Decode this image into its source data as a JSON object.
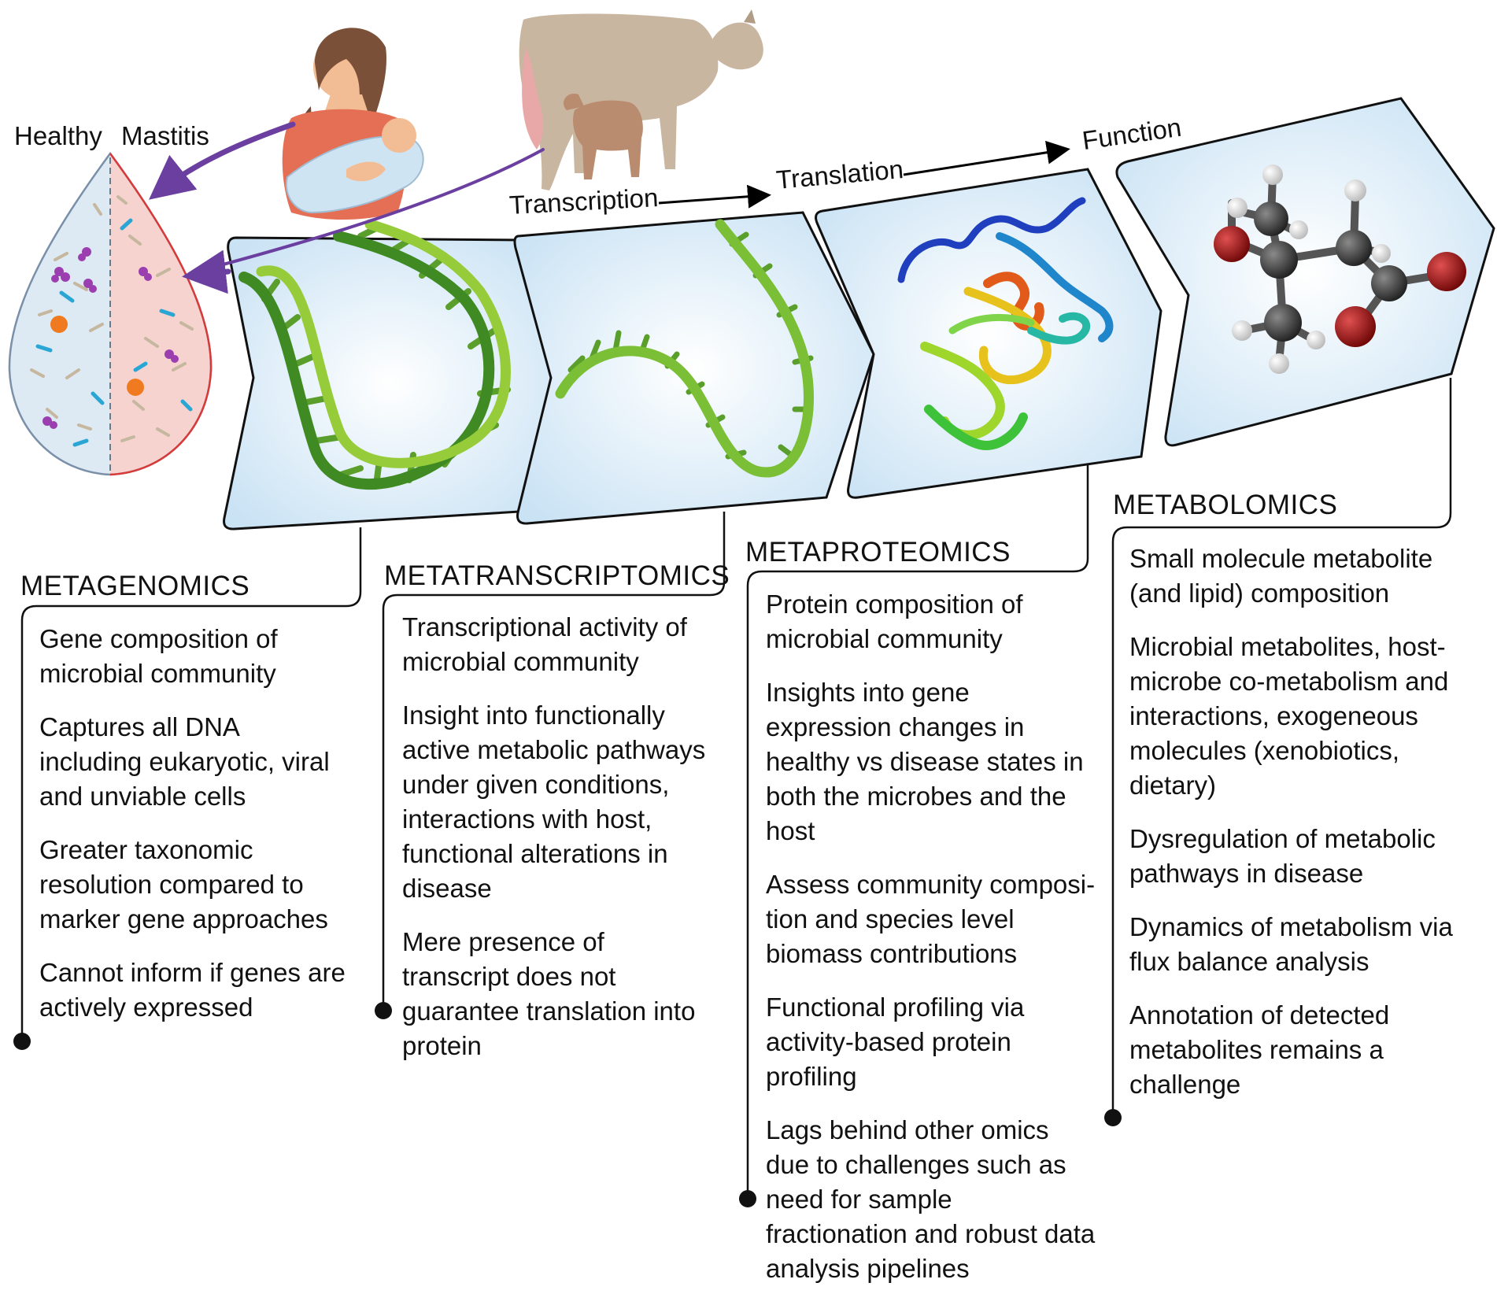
{
  "milk_drop": {
    "left_label": "Healthy",
    "right_label": "Mastitis"
  },
  "flow_labels": {
    "transcription": "Transcription",
    "translation": "Translation",
    "function": "Function"
  },
  "colors": {
    "dna_green": "#6db33f",
    "dna_light": "#a9d94a",
    "panel_fill": "#e4f1fb",
    "arrow_purple": "#6b3fa0",
    "drop_healthy": "#dceaf5",
    "drop_mastitis": "#f8d6d3",
    "oxygen_red": "#a11616",
    "carbon_grey": "#3d3d3d"
  },
  "icons": [
    "milk-drop-icon",
    "mother-baby-icon",
    "cow-calf-icon",
    "dna-double-helix-icon",
    "rna-strand-icon",
    "protein-ribbon-icon",
    "metabolite-molecule-icon"
  ],
  "sections": [
    {
      "title": "METAGENOMICS",
      "points": [
        "Gene composition of microbial community",
        "Captures all DNA including eukaryotic, viral and unviable cells",
        "Greater taxonomic resolution compared to marker gene approaches",
        "Cannot inform if genes are actively expressed"
      ]
    },
    {
      "title": "METATRANSCRIPTOMICS",
      "points": [
        "Transcriptional activity of microbial community",
        "Insight into functionally active metabolic pathways under given conditions, interactions with host, functional alterations in disease",
        "Mere presence of transcript does not guarantee translation into protein"
      ]
    },
    {
      "title": "METAPROTEOMICS",
      "points": [
        "Protein composition of microbial community",
        "Insights into gene expression changes in healthy vs disease states in both the microbes and the host",
        "Assess community composi-tion and species level biomass contributions",
        "Functional profiling via activity-based protein profiling",
        "Lags behind other omics due to challenges such as need for sample fractionation and robust data analysis pipelines"
      ]
    },
    {
      "title": "METABOLOMICS",
      "points": [
        "Small molecule metabolite (and lipid) composition",
        "Microbial metabolites, host-microbe co-metabolism and interactions, exogeneous molecules (xenobiotics, dietary)",
        "Dysregulation of metabolic pathways in disease",
        "Dynamics of metabolism via flux balance analysis",
        "Annotation of detected metabolites remains a challenge"
      ]
    }
  ]
}
